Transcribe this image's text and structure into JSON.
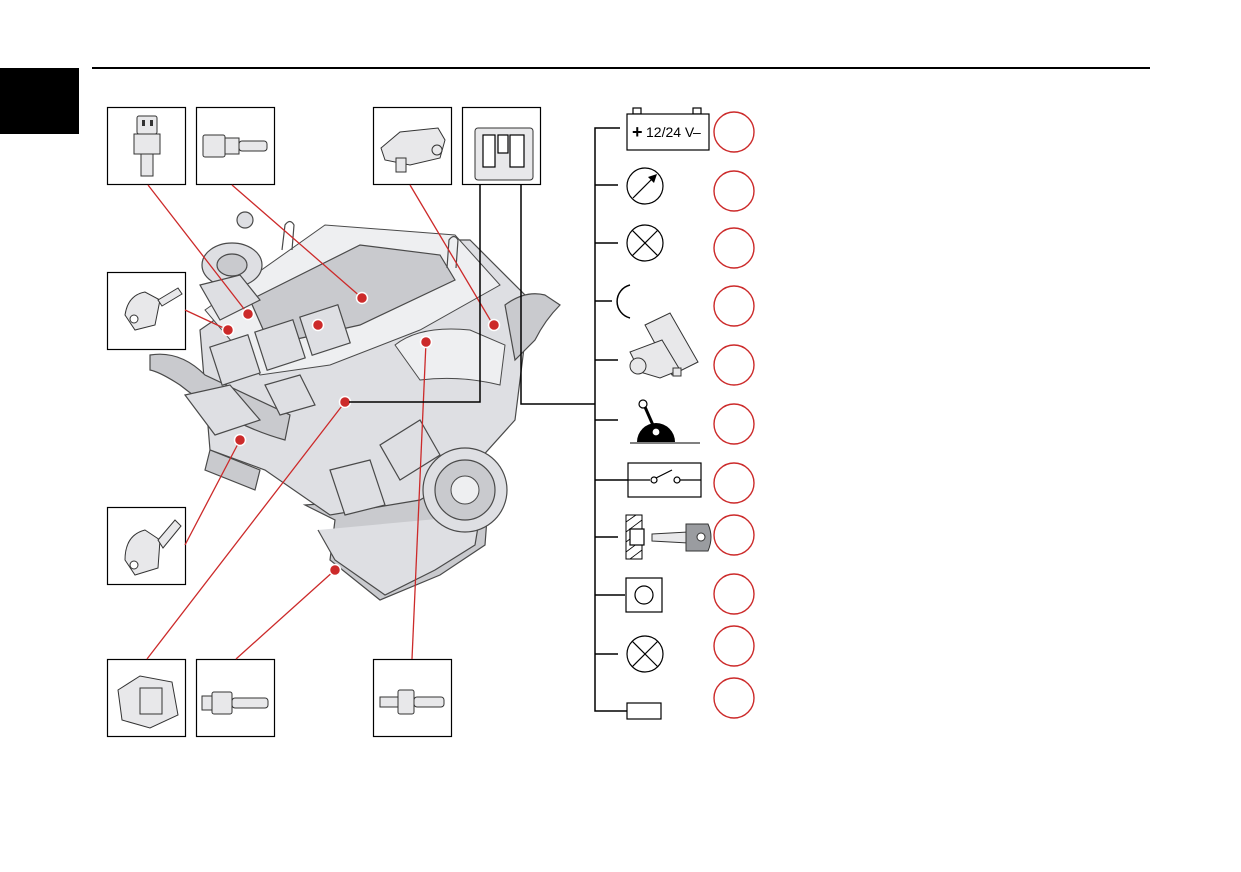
{
  "battery": {
    "plus": "+",
    "voltage": "12/24 V",
    "minus": "–"
  },
  "colors": {
    "accent": "#cc2a2a",
    "tab": "#000000",
    "engine_fill": "#dedfe3",
    "engine_stroke": "#4a4a4a"
  },
  "sensor_thumbnails": [
    "switch-sensor",
    "temperature-sensor",
    "boost-pressure-sensor",
    "engine-control-unit",
    "speed-sensor",
    "crank-speed-sensor",
    "actuator-unit",
    "oil-level-sensor",
    "oil-pressure-sensor"
  ],
  "callouts": [
    "battery-12-24v",
    "gauge",
    "warning-lamp",
    "connector",
    "accelerator-pedal",
    "hand-throttle",
    "switch",
    "ignition-key",
    "push-button",
    "indicator-lamp",
    "diagnostic-connector"
  ],
  "callout_numbers": [
    "",
    "",
    "",
    "",
    "",
    "",
    "",
    "",
    "",
    "",
    ""
  ]
}
